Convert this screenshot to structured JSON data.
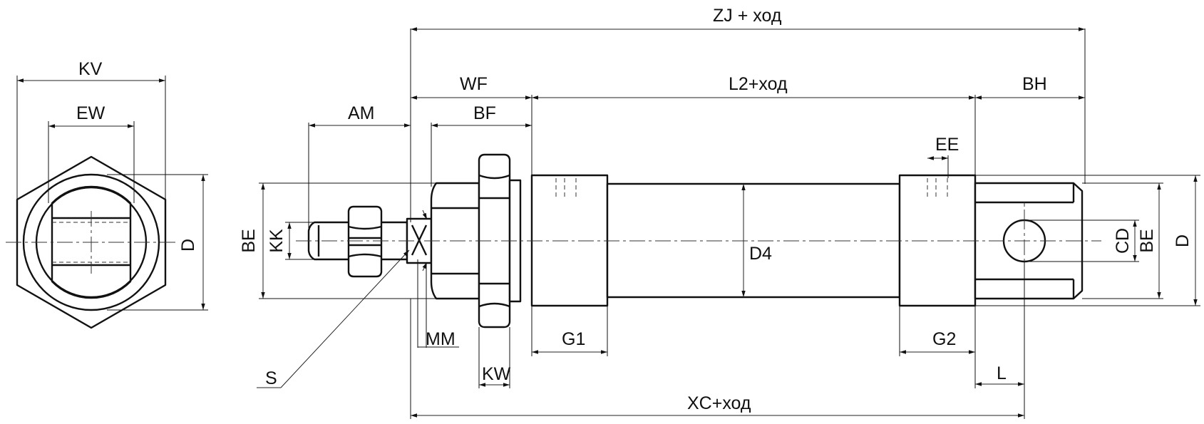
{
  "dimensions": {
    "kv": "KV",
    "ew": "EW",
    "d_left": "D",
    "zj": "ZJ + ход",
    "wf": "WF",
    "l2": "L2+ход",
    "bh": "BH",
    "am": "AM",
    "bf": "BF",
    "ee": "EE",
    "be_left": "BE",
    "kk": "KK",
    "d4": "D4",
    "cd": "CD",
    "be_right": "BE",
    "d_right": "D",
    "mm": "MM",
    "g1": "G1",
    "g2": "G2",
    "s": "S",
    "kw": "KW",
    "l": "L",
    "xc": "XC+ход"
  }
}
